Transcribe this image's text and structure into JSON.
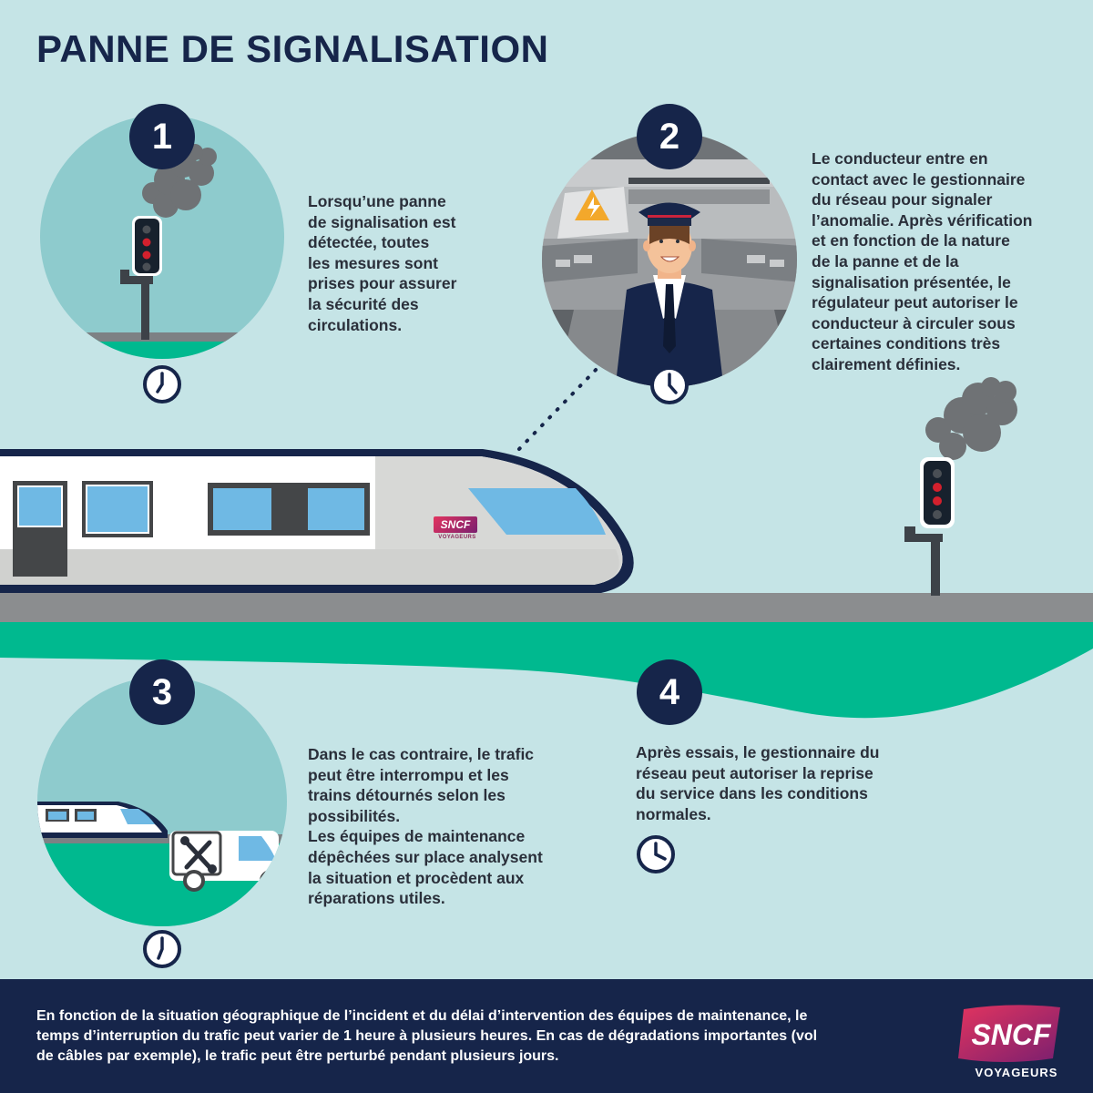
{
  "title": "PANNE DE SIGNALISATION",
  "steps": [
    {
      "number": "1",
      "text": "Lorsqu’une panne\nde signalisation est\ndétectée, toutes\nles mesures sont\nprises pour assurer\nla sécurité des\ncirculations."
    },
    {
      "number": "2",
      "text": "Le conducteur entre en\ncontact avec le gestionnaire\ndu réseau pour signaler\nl’anomalie. Après vérification\net en fonction de la nature\nde la panne et de la\nsignalisation présentée, le\nrégulateur peut autoriser le\nconducteur à circuler sous\ncertaines conditions très\nclairement définies."
    },
    {
      "number": "3",
      "text": "Dans le cas contraire, le trafic\npeut être interrompu et les\ntrains détournés selon les\npossibilités.\nLes équipes de maintenance\ndépêchées sur place analysent\nla situation et procèdent aux\nréparations utiles."
    },
    {
      "number": "4",
      "text": "Après essais, le gestionnaire du\nréseau peut autoriser la reprise\ndu service dans les conditions\nnormales."
    }
  ],
  "train_logo": {
    "brand": "SNCF",
    "sub": "VOYAGEURS"
  },
  "footer": {
    "text": "En fonction de la situation géographique de l’incident et du délai d’intervention des équipes de maintenance, le temps d’interruption du trafic peut varier de 1 heure à plusieurs heures. En cas de dégradations importantes (vol de câbles par exemple), le trafic peut être perturbé pendant plusieurs jours."
  },
  "logo": {
    "brand": "SNCF",
    "sub": "VOYAGEURS"
  },
  "colors": {
    "background": "#c5e4e6",
    "navy": "#16254a",
    "green": "#00b98f",
    "track_grey": "#8b8d8f",
    "signal_red": "#d3202d",
    "sncf_magenta": "#b0185f"
  }
}
